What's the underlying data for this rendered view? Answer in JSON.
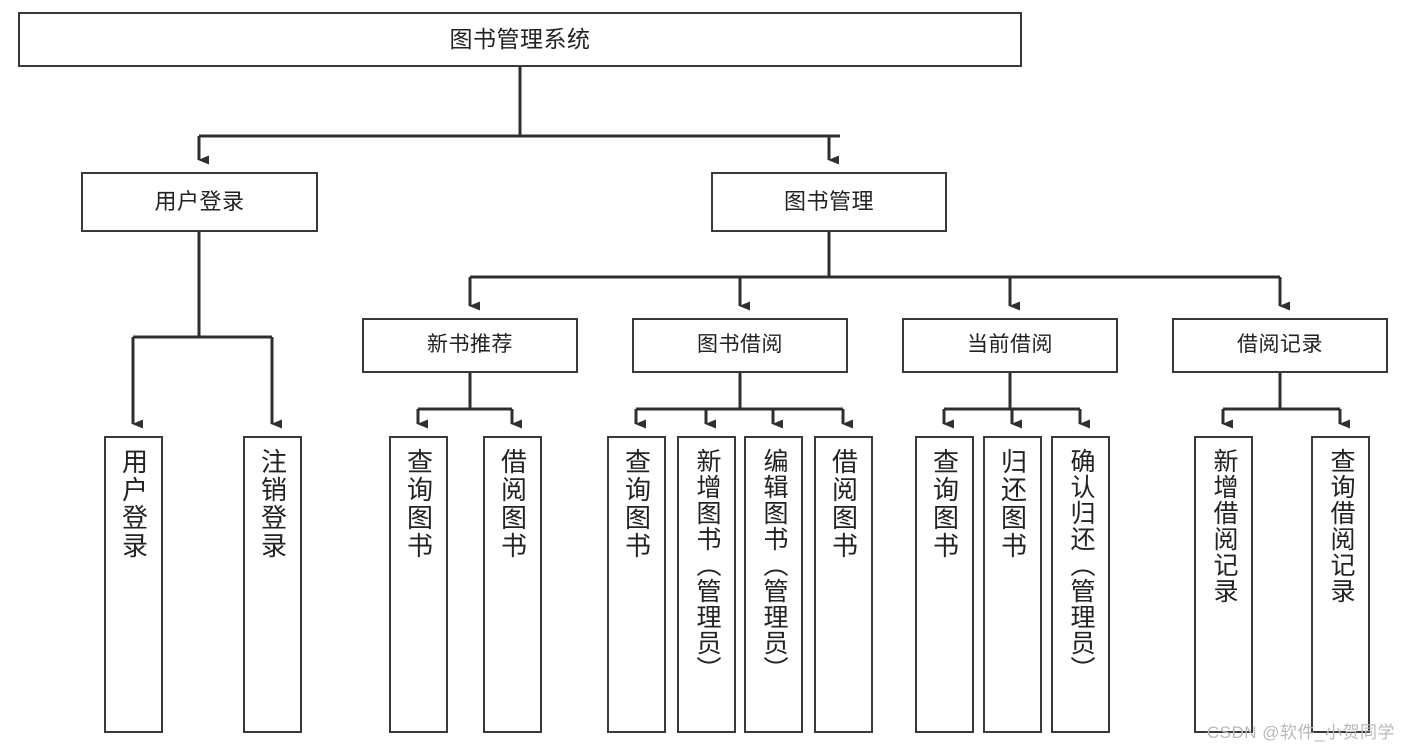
{
  "diagram": {
    "type": "tree-hierarchy",
    "title": "图书管理系统",
    "root": {
      "label": "图书管理系统"
    },
    "level2": [
      {
        "id": "user-login",
        "label": "用户登录"
      },
      {
        "id": "book-management",
        "label": "图书管理"
      }
    ],
    "level3": [
      {
        "id": "new-book-recommend",
        "label": "新书推荐",
        "parent": "book-management"
      },
      {
        "id": "book-borrow",
        "label": "图书借阅",
        "parent": "book-management"
      },
      {
        "id": "current-borrow",
        "label": "当前借阅",
        "parent": "book-management"
      },
      {
        "id": "borrow-record",
        "label": "借阅记录",
        "parent": "book-management"
      }
    ],
    "leaves": [
      {
        "id": "leaf-user-login",
        "label": "用户登录",
        "parent": "user-login"
      },
      {
        "id": "leaf-logout",
        "label": "注销登录",
        "parent": "user-login"
      },
      {
        "id": "leaf-query-book-1",
        "label": "查询图书",
        "parent": "new-book-recommend"
      },
      {
        "id": "leaf-borrow-book-1",
        "label": "借阅图书",
        "parent": "new-book-recommend"
      },
      {
        "id": "leaf-query-book-2",
        "label": "查询图书",
        "parent": "book-borrow"
      },
      {
        "id": "leaf-add-book",
        "label": "新增图书（管理员）",
        "parent": "book-borrow"
      },
      {
        "id": "leaf-edit-book",
        "label": "编辑图书（管理员）",
        "parent": "book-borrow"
      },
      {
        "id": "leaf-borrow-book-2",
        "label": "借阅图书",
        "parent": "book-borrow"
      },
      {
        "id": "leaf-query-book-3",
        "label": "查询图书",
        "parent": "current-borrow"
      },
      {
        "id": "leaf-return-book",
        "label": "归还图书",
        "parent": "current-borrow"
      },
      {
        "id": "leaf-confirm-return",
        "label": "确认归还（管理员）",
        "parent": "current-borrow"
      },
      {
        "id": "leaf-add-record",
        "label": "新增借阅记录",
        "parent": "borrow-record"
      },
      {
        "id": "leaf-query-record",
        "label": "查询借阅记录",
        "parent": "borrow-record"
      }
    ],
    "colors": {
      "stroke": "#3a3a3a",
      "fill": "#ffffff",
      "text": "#222222",
      "watermark": "#b9b9b9"
    }
  },
  "watermark": {
    "text": "CSDN @软件_小贺同学"
  }
}
